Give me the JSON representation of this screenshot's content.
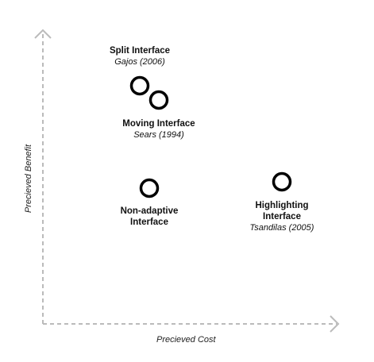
{
  "axes": {
    "x_label": "Precieved Cost",
    "y_label": "Precieved Benefit",
    "line_color": "#bbbbbb",
    "line_style": "dashed"
  },
  "points": [
    {
      "id": "split",
      "name": "Split Interface",
      "citation": "Gajos (2006)"
    },
    {
      "id": "moving",
      "name": "Moving Interface",
      "citation": "Sears (1994)"
    },
    {
      "id": "non-adaptive",
      "name_line1": "Non-adaptive",
      "name_line2": "Interface"
    },
    {
      "id": "highlighting",
      "name_line1": "Highlighting",
      "name_line2": "Interface",
      "citation": "Tsandilas (2005)"
    }
  ],
  "marker_color": "#000000"
}
